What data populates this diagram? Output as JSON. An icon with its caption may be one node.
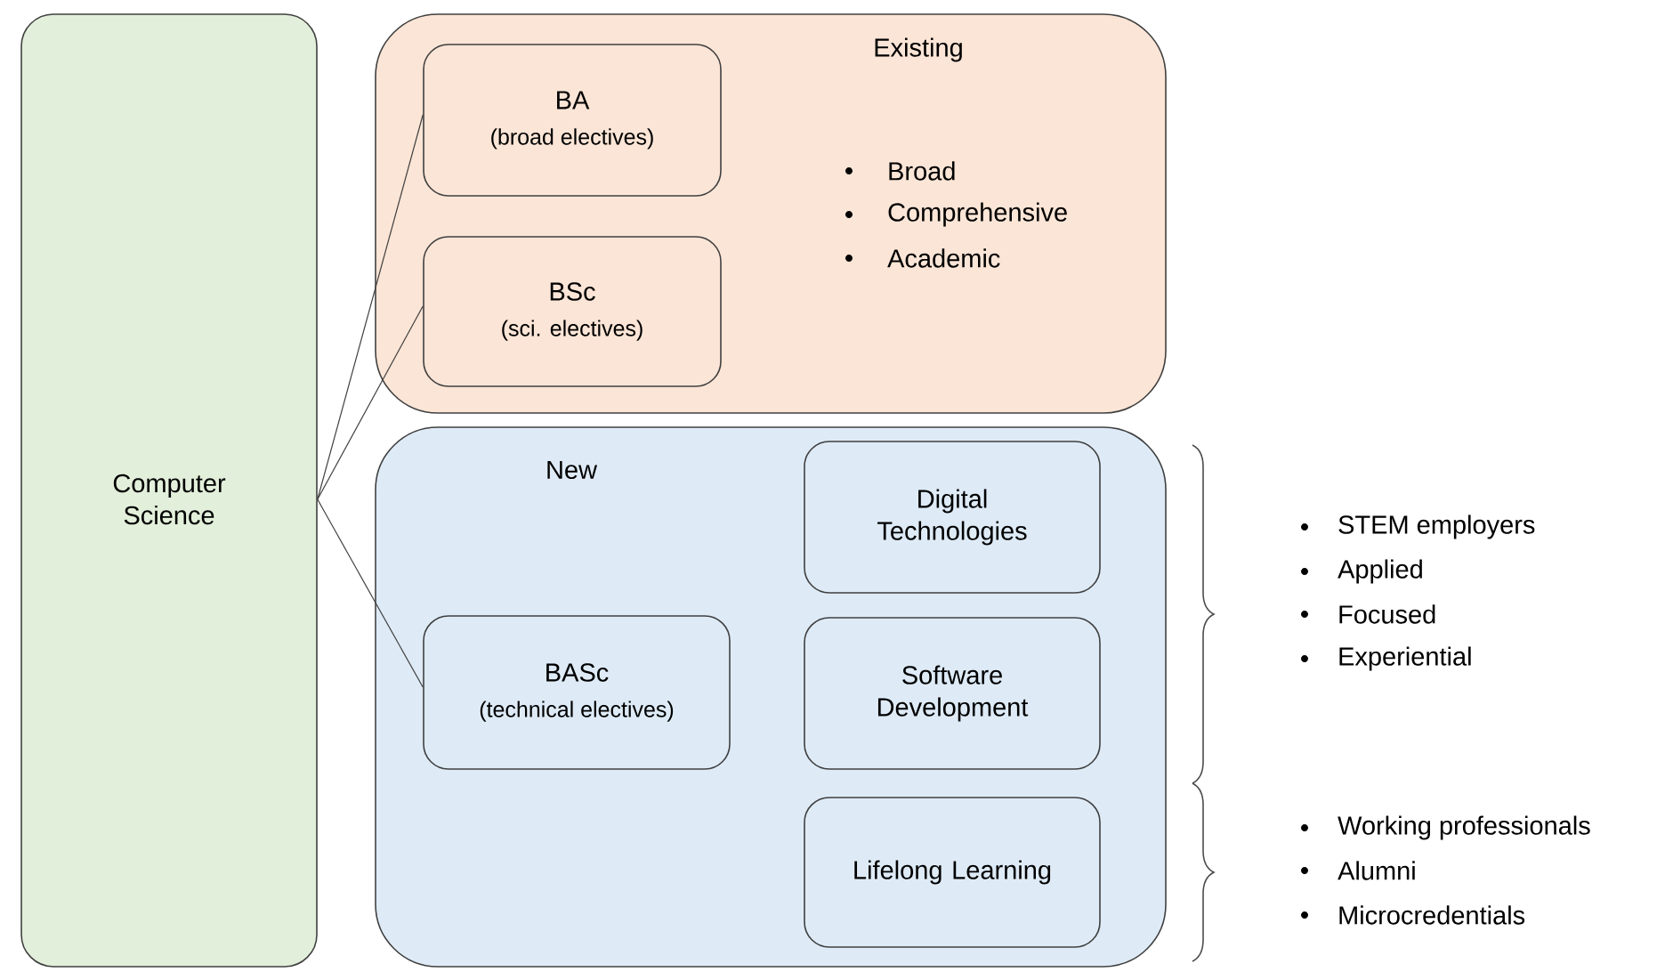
{
  "diagram": {
    "nodes": [
      {
        "text": [
          "Computer Science"
        ]
      },
      {
        "text": [
          "Existing",
          "Broad",
          "Comprehensive",
          "Academic"
        ]
      },
      {
        "text": [
          "BA",
          "(broad electives)"
        ],
        "in": 1
      },
      {
        "text": [
          "BSc",
          "(sci. electives)"
        ],
        "in": 1
      },
      {
        "text": [
          "New"
        ]
      },
      {
        "text": [
          "BASc",
          "(technical electives)"
        ],
        "in": 4
      },
      {
        "text": [
          "Digital Technologies"
        ],
        "in": 4
      },
      {
        "text": [
          "Software Development"
        ],
        "in": 4
      },
      {
        "text": [
          "Lifelong Learning"
        ],
        "in": 4
      }
    ],
    "edges": [
      {
        "from": 0,
        "to": 2,
        "arrow": "none"
      },
      {
        "from": 0,
        "to": 3,
        "arrow": "none"
      },
      {
        "from": 0,
        "to": 5,
        "arrow": "none"
      }
    ],
    "labels": [
      "STEM employers",
      "Applied",
      "Focused",
      "Experiential",
      "Working professionals",
      "Alumni",
      "Microcredentials"
    ]
  }
}
